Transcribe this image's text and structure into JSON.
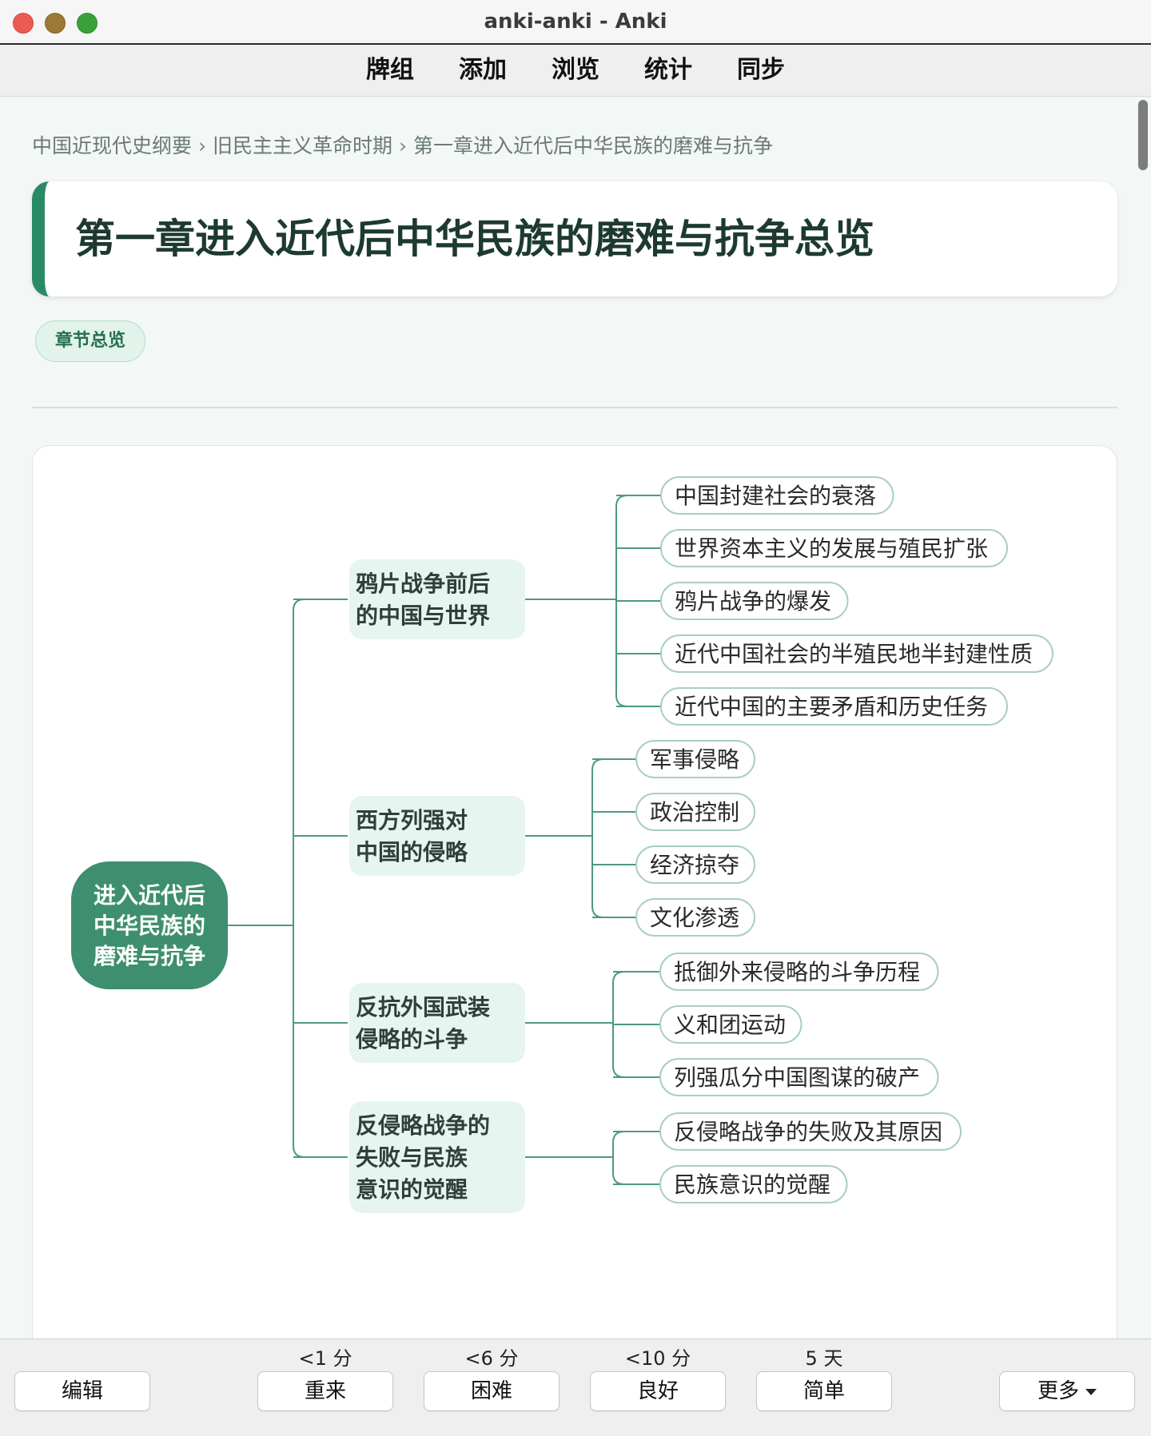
{
  "window": {
    "title": "anki-anki - Anki"
  },
  "toolbar": {
    "items": [
      "牌组",
      "添加",
      "浏览",
      "统计",
      "同步"
    ]
  },
  "breadcrumb": {
    "items": [
      "中国近现代史纲要",
      "旧民主主义革命时期",
      "第一章进入近代后中华民族的磨难与抗争"
    ],
    "separator": "›"
  },
  "card": {
    "title": "第一章进入近代后中华民族的磨难与抗争总览",
    "tag": "章节总览",
    "accent_color": "#2b8a66"
  },
  "mindmap": {
    "root_lines": [
      "进入近代后",
      "中华民族的",
      "磨难与抗争"
    ],
    "branches": [
      {
        "lines": [
          "鸦片战争前后",
          "的中国与世界"
        ],
        "leaves": [
          "中国封建社会的衰落",
          "世界资本主义的发展与殖民扩张",
          "鸦片战争的爆发",
          "近代中国社会的半殖民地半封建性质",
          "近代中国的主要矛盾和历史任务"
        ]
      },
      {
        "lines": [
          "西方列强对",
          "中国的侵略"
        ],
        "leaves": [
          "军事侵略",
          "政治控制",
          "经济掠夺",
          "文化渗透"
        ]
      },
      {
        "lines": [
          "反抗外国武装",
          "侵略的斗争"
        ],
        "leaves": [
          "抵御外来侵略的斗争历程",
          "义和团运动",
          "列强瓜分中国图谋的破产"
        ]
      },
      {
        "lines": [
          "反侵略战争的",
          "失败与民族",
          "意识的觉醒"
        ],
        "leaves": [
          "反侵略战争的失败及其原因",
          "民族意识的觉醒"
        ]
      }
    ],
    "colors": {
      "root_fill": "#3e8f6f",
      "line": "#4d9a7b",
      "leaf_border": "#a9cfbf",
      "branch_bg": "#e6f5ef"
    }
  },
  "answer_bar": {
    "edit_label": "编辑",
    "more_label": "更多",
    "buttons": [
      {
        "interval": "<1 分",
        "label": "重来"
      },
      {
        "interval": "<6 分",
        "label": "困难"
      },
      {
        "interval": "<10 分",
        "label": "良好"
      },
      {
        "interval": "5 天",
        "label": "简单"
      }
    ]
  }
}
